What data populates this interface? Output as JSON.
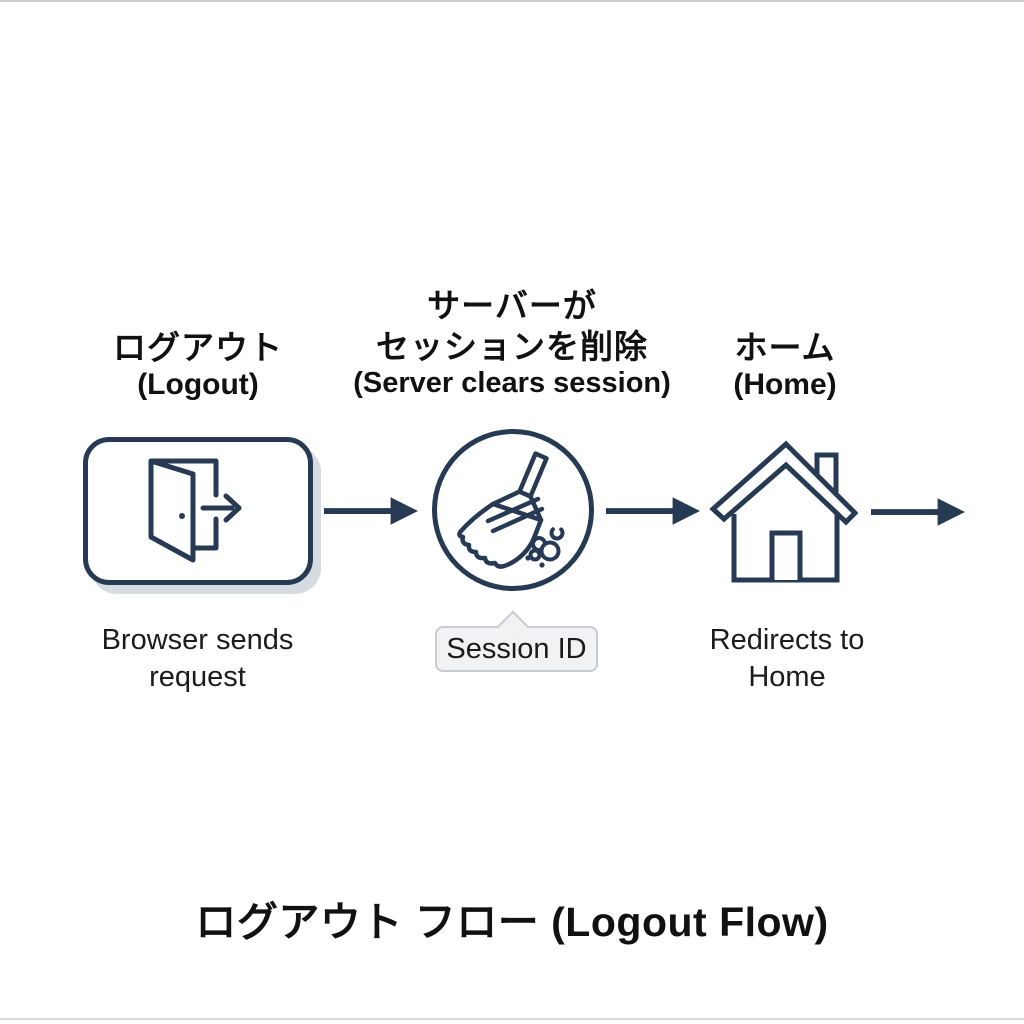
{
  "diagram": {
    "title": "ログアウト フロー (Logout Flow)",
    "steps": [
      {
        "heading_ja": "ログアウト",
        "heading_en": "(Logout)",
        "caption": "Browser sends request",
        "icon": "door-exit-icon",
        "shape": "rounded-rectangle"
      },
      {
        "heading_ja_line1": "サーバーが",
        "heading_ja_line2": "セッションを削除",
        "heading_en": "(Server clears session)",
        "tooltip": "Session ID",
        "icon": "broom-sweep-icon",
        "shape": "circle"
      },
      {
        "heading_ja": "ホーム",
        "heading_en": "(Home)",
        "caption": "Redirects to Home",
        "icon": "house-icon",
        "shape": "plain"
      }
    ],
    "colors": {
      "line": "#273a54",
      "box_shadow": "#d6dbe2",
      "text": "#141414",
      "tooltip_bg": "#f1f2f4",
      "tooltip_border": "#c7ccd2"
    }
  }
}
